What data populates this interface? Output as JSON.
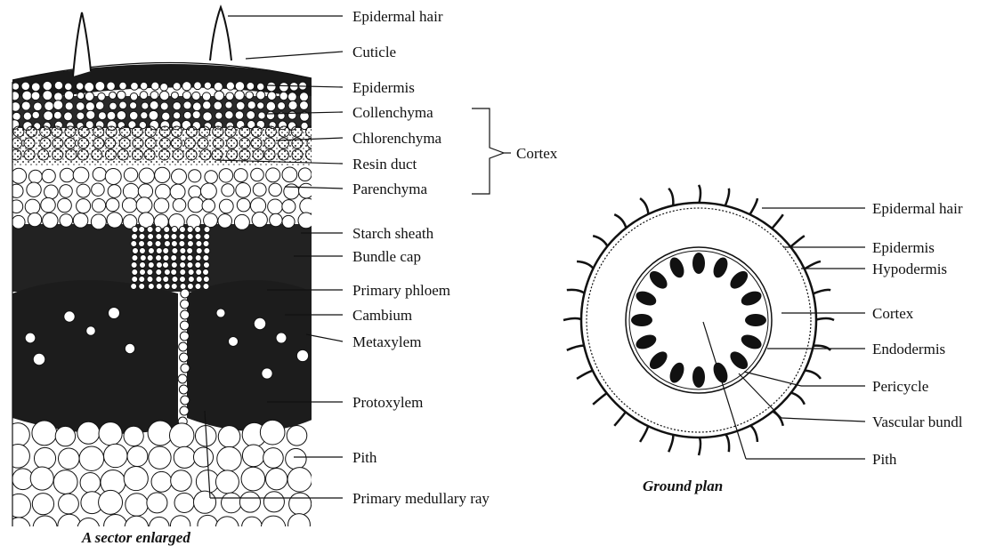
{
  "sector": {
    "caption": "A sector enlarged",
    "labels": {
      "epidermal_hair": "Epidermal hair",
      "cuticle": "Cuticle",
      "epidermis": "Epidermis",
      "collenchyma": "Collenchyma",
      "chlorenchyma": "Chlorenchyma",
      "resin_duct": "Resin duct",
      "parenchyma": "Parenchyma",
      "cortex": "Cortex",
      "starch_sheath": "Starch sheath",
      "bundle_cap": "Bundle cap",
      "primary_phloem": "Primary phloem",
      "cambium": "Cambium",
      "metaxylem": "Metaxylem",
      "protoxylem": "Protoxylem",
      "pith": "Pith",
      "primary_medullary_ray": "Primary medullary ray"
    }
  },
  "ground_plan": {
    "caption": "Ground plan",
    "labels": {
      "epidermal_hair": "Epidermal hair",
      "epidermis": "Epidermis",
      "hypodermis": "Hypodermis",
      "cortex": "Cortex",
      "endodermis": "Endodermis",
      "pericycle": "Pericycle",
      "vascular_bundle": "Vascular bundl",
      "pith": "Pith"
    }
  }
}
